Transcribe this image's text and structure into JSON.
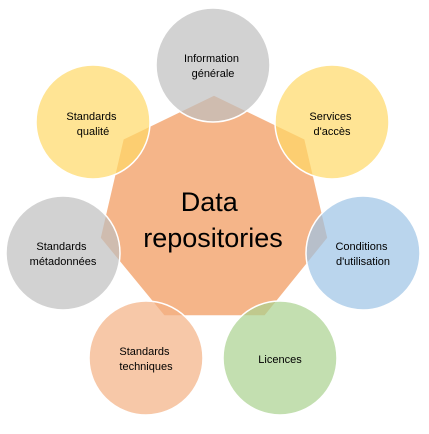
{
  "center": {
    "line1": "Data",
    "line2": "repositories",
    "color": "#f4b183"
  },
  "nodes": [
    {
      "line1": "Information",
      "line2": "générale",
      "color": "#bfbfbf"
    },
    {
      "line1": "Services",
      "line2": "d'accès",
      "color": "#ffd966"
    },
    {
      "line1": "Conditions",
      "line2": "d'utilisation",
      "color": "#9dc3e6"
    },
    {
      "line1": "Licences",
      "line2": "",
      "color": "#a9d18e"
    },
    {
      "line1": "Standards",
      "line2": "techniques",
      "color": "#f4b183"
    },
    {
      "line1": "Standards",
      "line2": "métadonnées",
      "color": "#bfbfbf"
    },
    {
      "line1": "Standards",
      "line2": "qualité",
      "color": "#ffd966"
    }
  ]
}
